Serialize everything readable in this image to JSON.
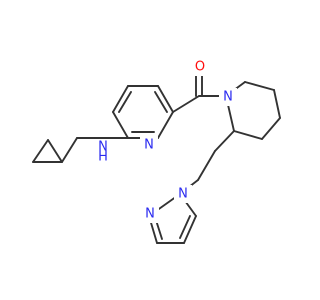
{
  "colors": {
    "bond": "#333333",
    "N": "#2a2af0",
    "O": "#ff0d0d"
  },
  "atoms": {
    "amine_n": "N",
    "amine_h": "H",
    "pyridine_n": "N",
    "carbonyl_o": "O",
    "piperidine_n": "N",
    "pyrazole_n1": "N",
    "pyrazole_n2": "N"
  }
}
